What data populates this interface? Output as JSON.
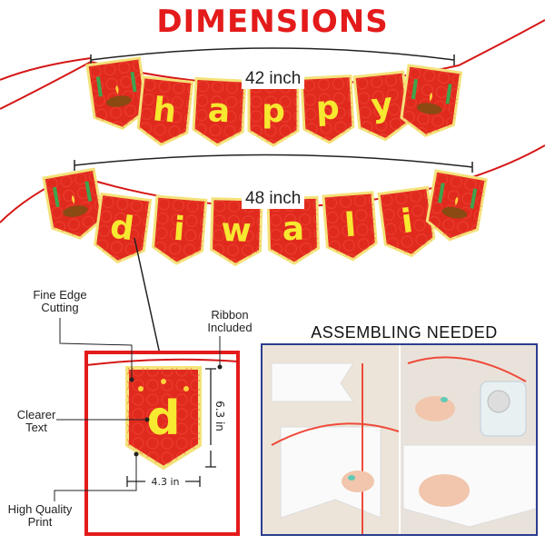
{
  "title": "DIMENSIONS",
  "banner_top": {
    "width_label": "42 inch",
    "letters": [
      "h",
      "a",
      "p",
      "p",
      "y"
    ]
  },
  "banner_bottom": {
    "width_label": "48 inch",
    "letters": [
      "d",
      "i",
      "w",
      "a",
      "l",
      "i"
    ]
  },
  "detail": {
    "letter": "d",
    "height_label": "6.3 in",
    "width_label": "4.3 in"
  },
  "callouts": {
    "fine_edge": "Fine Edge Cutting",
    "ribbon": "Ribbon Included",
    "clearer_text": "Clearer Text",
    "print_quality": "High Quality Print"
  },
  "assembly": {
    "heading": "ASSEMBLING NEEDED"
  },
  "colors": {
    "brand_red": "#e41b1b",
    "flag_red": "#e12a1e",
    "flag_border": "#f4e27a",
    "letter_yellow": "#f7e830",
    "panel_border": "#2b3d8f"
  }
}
